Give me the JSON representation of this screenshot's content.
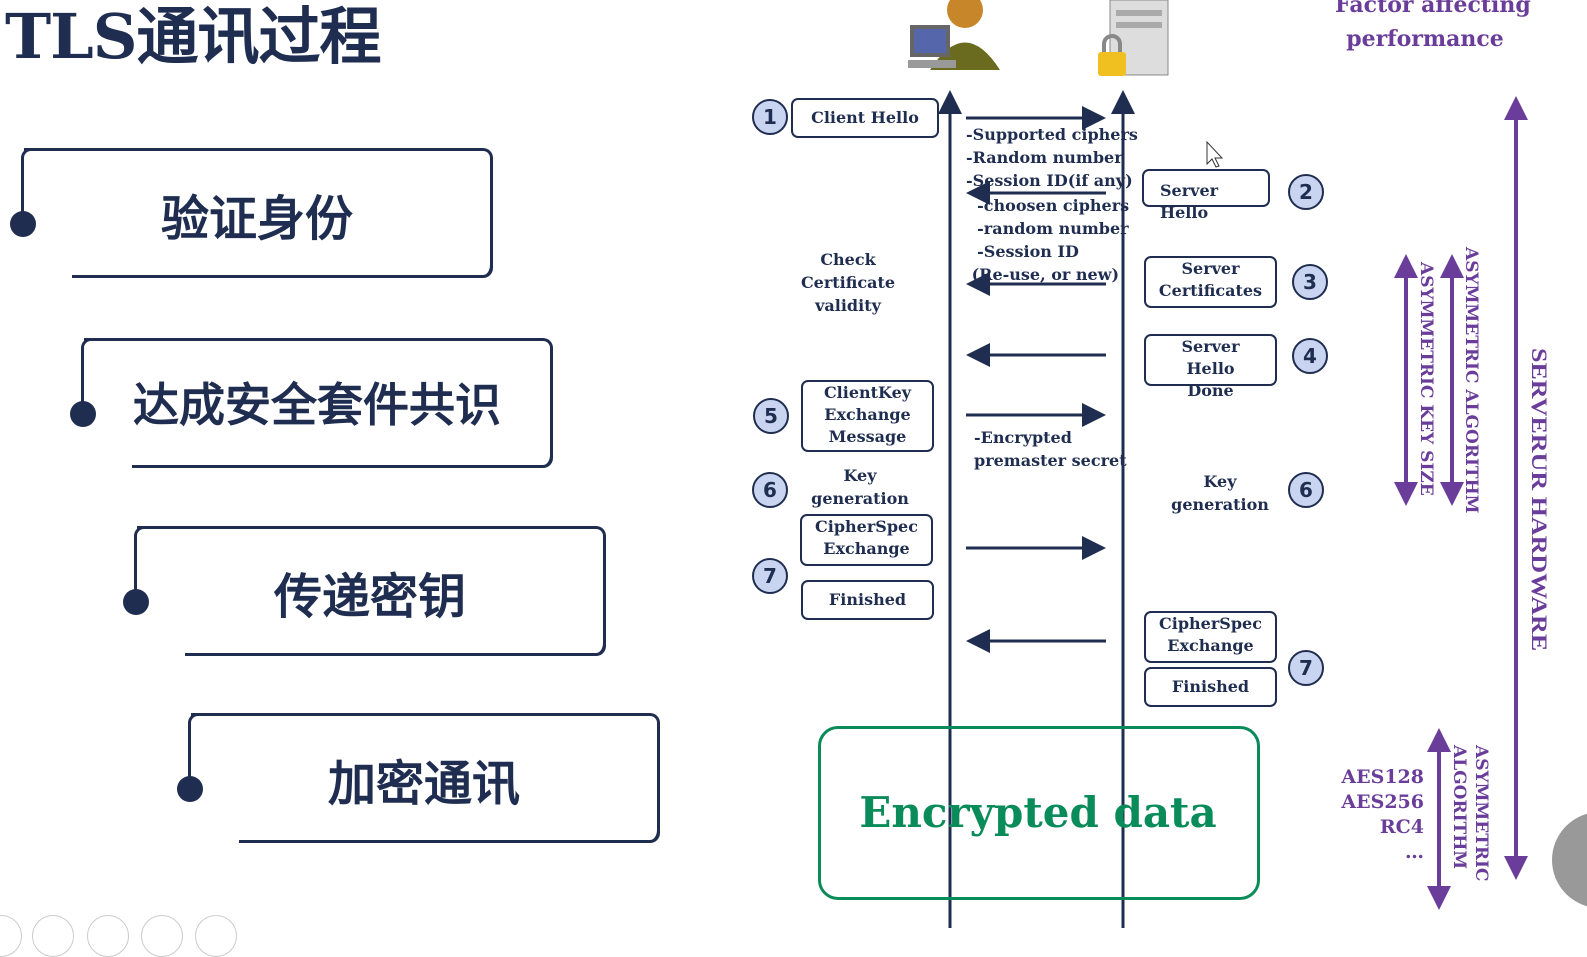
{
  "title": "TLS通讯过程",
  "steps": [
    "验证身份",
    "达成安全套件共识",
    "传递密钥",
    "加密通讯"
  ],
  "factor_title": "Factor affecting\nperformance",
  "client": {
    "hello": "Client Hello",
    "check": "Check\nCertificate\nvalidity",
    "key_exchange": "ClientKey\nExchange\nMessage",
    "key_gen": "Key\ngeneration",
    "cipherspec": "CipherSpec\nExchange",
    "finished": "Finished"
  },
  "server": {
    "hello": "Server\nHello",
    "certs": "Server\nCertificates",
    "hello_done": "Server\nHello\nDone",
    "key_gen": "Key\ngeneration",
    "cipherspec": "CipherSpec\nExchange",
    "finished": "Finished"
  },
  "messages": {
    "client_hello": "-Supported ciphers\n-Random number\n-Session ID(if any)",
    "server_hello": "  -choosen ciphers\n  -random number\n  -Session ID\n (Re-use, or new)",
    "premaster": "-Encrypted\npremaster secret"
  },
  "numbers": [
    "1",
    "2",
    "3",
    "4",
    "5",
    "6",
    "7"
  ],
  "encrypted": "Encrypted data",
  "factors": {
    "hardware": "SERVERUR  HARDWARE",
    "asym_alg": "ASYMMETRIC ALGORITHM",
    "asym_key": "ASYMMETRIC KEY SIZE",
    "sym_alg": "ASYMMETRIC\nALGORITHM",
    "ciphers": "AES128\nAES256\nRC4\n…"
  },
  "colors": {
    "navy": "#1f2d50",
    "purple": "#6a3d9a",
    "green": "#0a8c5a"
  }
}
